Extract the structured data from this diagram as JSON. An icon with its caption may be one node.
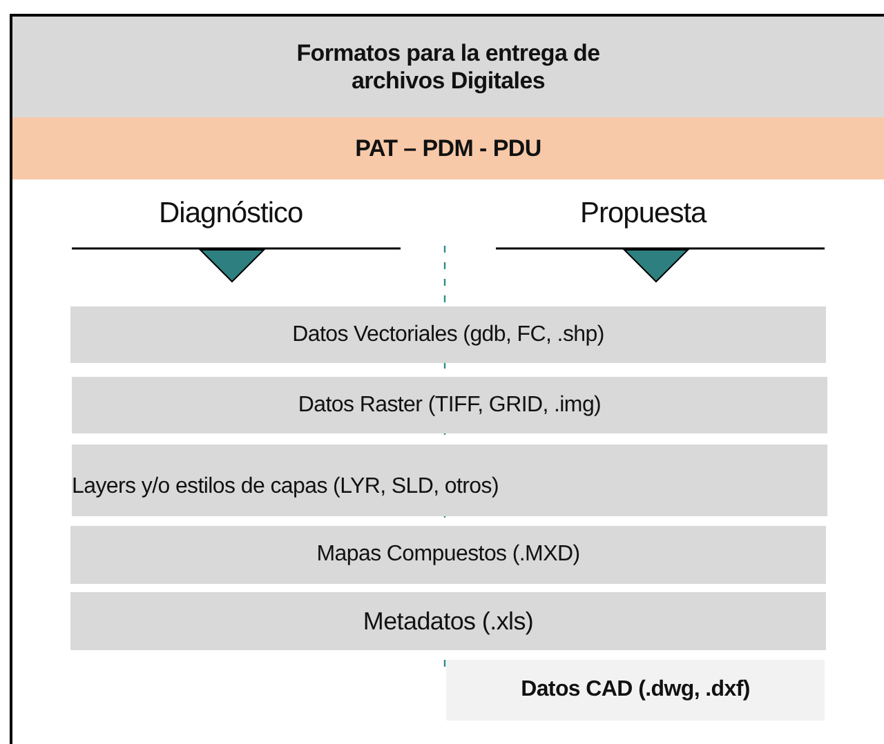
{
  "diagram": {
    "nodes": [
      {
        "text": [
          "Formatos para la entrega de archivos Digitales"
        ]
      },
      {
        "text": [
          "PAT – PDM - PDU"
        ]
      },
      {
        "text": [
          "Datos Vectoriales (gdb, FC, .shp)"
        ]
      },
      {
        "text": [
          "Datos Raster (TIFF, GRID, .img)"
        ]
      },
      {
        "text": [
          "Layers y/o estilos de capas (LYR, SLD, otros)"
        ]
      },
      {
        "text": [
          "Mapas Compuestos (.MXD)"
        ]
      },
      {
        "text": [
          "Metadatos (.xls)"
        ]
      },
      {
        "text": [
          "Datos CAD (.dwg, .dxf)"
        ]
      }
    ],
    "labels": [
      "Diagnóstico",
      "Propuesta"
    ]
  }
}
